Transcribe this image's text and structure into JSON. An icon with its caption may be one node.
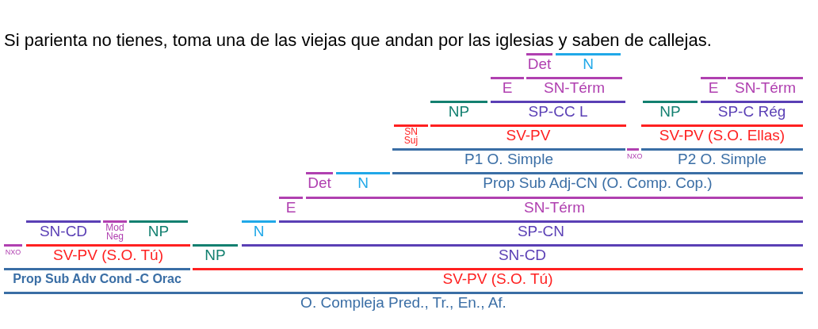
{
  "diagram": {
    "title": "Si parienta no tienes, toma una de las viejas que andan por las iglesias y saben de callejas.",
    "nodes": [
      {
        "text": [
          "Det"
        ]
      },
      {
        "text": [
          "N"
        ]
      },
      {
        "text": [
          "E"
        ]
      },
      {
        "text": [
          "SN-Térm"
        ]
      },
      {
        "text": [
          "E"
        ]
      },
      {
        "text": [
          "SN-Térm"
        ]
      },
      {
        "text": [
          "NP"
        ]
      },
      {
        "text": [
          "SP-CC L"
        ]
      },
      {
        "text": [
          "NP"
        ]
      },
      {
        "text": [
          "SP-C Rég"
        ]
      },
      {
        "text": [
          "SN Suj"
        ]
      },
      {
        "text": [
          "SV-PV"
        ]
      },
      {
        "text": [
          "SV-PV (S.O. Ellas)"
        ]
      },
      {
        "text": [
          "P1 O. Simple"
        ]
      },
      {
        "text": [
          "NXO"
        ]
      },
      {
        "text": [
          "P2 O. Simple"
        ]
      },
      {
        "text": [
          "Det"
        ]
      },
      {
        "text": [
          "N"
        ]
      },
      {
        "text": [
          "Prop Sub Adj-CN (O. Comp. Cop.)"
        ]
      },
      {
        "text": [
          "E"
        ]
      },
      {
        "text": [
          "SN-Térm"
        ]
      },
      {
        "text": [
          "SN-CD"
        ]
      },
      {
        "text": [
          "Mod Neg"
        ]
      },
      {
        "text": [
          "NP"
        ]
      },
      {
        "text": [
          "N"
        ]
      },
      {
        "text": [
          "SP-CN"
        ]
      },
      {
        "text": [
          "NXO"
        ]
      },
      {
        "text": [
          "SV-PV (S.O. Tú)"
        ]
      },
      {
        "text": [
          "NP"
        ]
      },
      {
        "text": [
          "SN-CD"
        ]
      },
      {
        "text": [
          "Prop Sub Adv Cond -C Orac"
        ]
      },
      {
        "text": [
          "SV-PV (S.O. Tú)"
        ]
      },
      {
        "text": [
          "O. Compleja Pred., Tr., En., Af."
        ]
      }
    ]
  }
}
